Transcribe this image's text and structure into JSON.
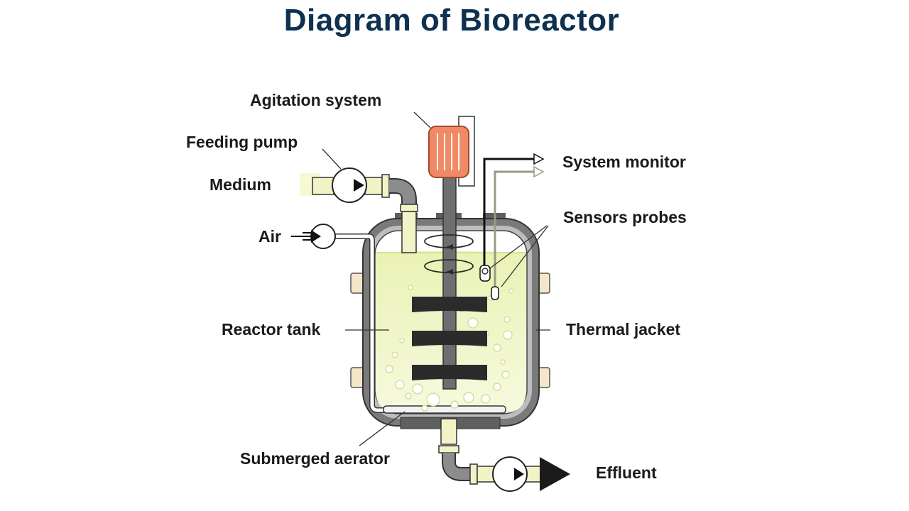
{
  "title": "Diagram of Bioreactor",
  "labels": {
    "agitation_system": "Agitation system",
    "feeding_pump": "Feeding pump",
    "medium": "Medium",
    "air": "Air",
    "reactor_tank": "Reactor tank",
    "submerged_aerator": "Submerged aerator",
    "system_monitor": "System monitor",
    "sensors_probes": "Sensors probes",
    "thermal_jacket": "Thermal jacket",
    "effluent": "Effluent"
  },
  "colors": {
    "title": "#0f3150",
    "medium_fill": "#f1f6c8",
    "vessel_wall": "#6b6b6b",
    "jacket": "#f3e6c9",
    "motor": "#f08a64",
    "impeller": "#2b2b2b"
  }
}
